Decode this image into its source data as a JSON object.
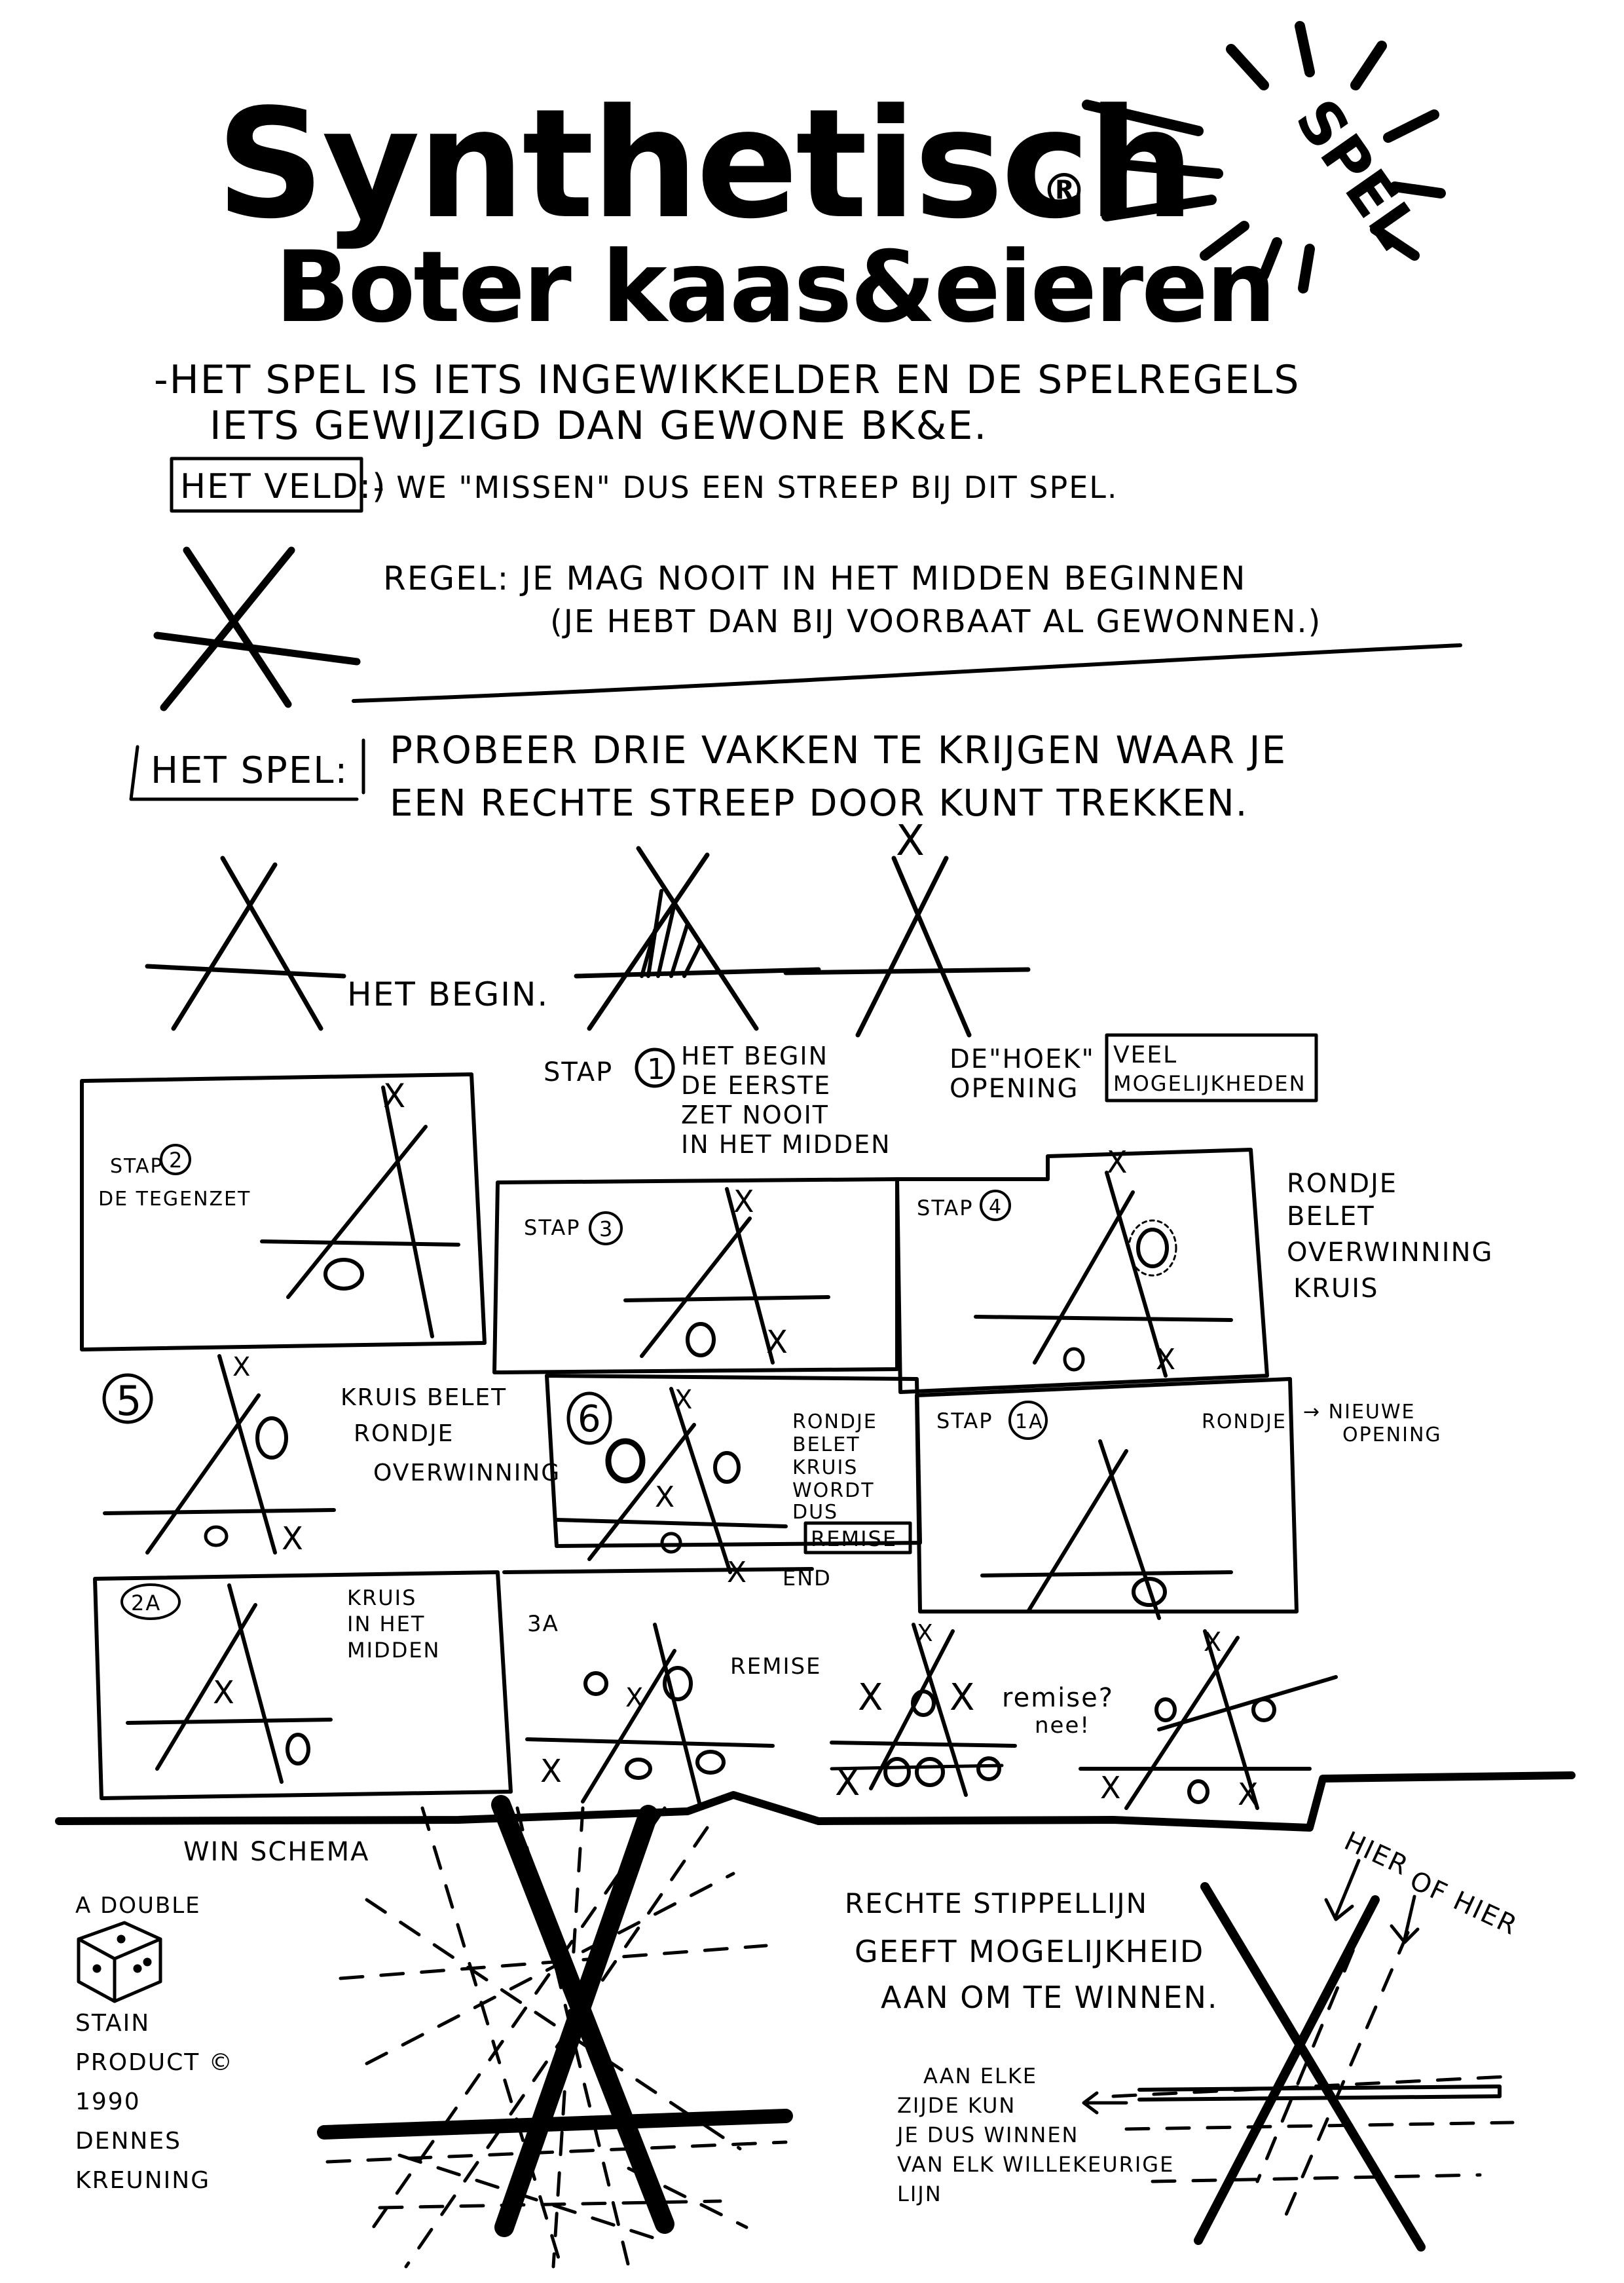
{
  "title": {
    "main": "Synthetisch",
    "registered": "®",
    "sub": "Boter kaas&eieren",
    "badge": "SPEL"
  },
  "intro": {
    "line1": "-HET SPEL IS IETS INGEWIKKELDER EN DE SPELREGELS",
    "line2": "IETS GEWIJZIGD DAN GEWONE BK&E.",
    "veld_label": "HET VELD:)",
    "veld_text": "- WE \"MISSEN\" DUS EEN STREEP BIJ DIT SPEL.",
    "regel1": "REGEL: JE MAG NOOIT IN HET MIDDEN BEGINNEN",
    "regel2": "(JE HEBT DAN BIJ VOORBAAT AL GEWONNEN.)"
  },
  "spel": {
    "label": "HET SPEL:",
    "line1": "PROBEER DRIE VAKKEN TE KRIJGEN WAAR JE",
    "line2": "EEN RECHTE STREEP DOOR KUNT TREKKEN."
  },
  "begin": {
    "label": "HET BEGIN.",
    "stap1_a": "STAP",
    "stap1_num": "1",
    "stap1_b": "HET BEGIN",
    "stap1_c": "DE EERSTE",
    "stap1_d": "ZET NOOIT",
    "stap1_e": "IN HET MIDDEN",
    "hoek_a": "DE\"HOEK\"",
    "hoek_b": "OPENING",
    "veel_a": "VEEL",
    "veel_b": "MOGELIJKHEDEN"
  },
  "steps": {
    "stap2": "STAP",
    "stap2_num": "2",
    "stap2_text": "DE TEGENZET",
    "stap3": "STAP",
    "stap3_num": "3",
    "stap4": "STAP",
    "stap4_num": "4",
    "rondje_belet": [
      "RONDJE",
      "BELET",
      "OVERWINNING",
      "KRUIS"
    ],
    "step5_num": "5",
    "kruis_belet": [
      "KRUIS BELET",
      "RONDJE",
      "OVERWINNING"
    ],
    "step6_num": "6",
    "rondje_belet_kruis": [
      "RONDJE",
      "BELET",
      "KRUIS",
      "WORDT",
      "DUS"
    ],
    "remise_box": "REMISE",
    "end": "END",
    "stap1a": "STAP",
    "stap1a_num": "1A",
    "stap1a_rondje": "RONDJE",
    "nieuwe": [
      "→ NIEUWE",
      "OPENING"
    ],
    "step2a_num": "2A",
    "kruis_midden": [
      "KRUIS",
      "IN HET",
      "MIDDEN"
    ],
    "step3a": "3A",
    "remise": "REMISE",
    "remise_q": [
      "remise?",
      "nee!"
    ]
  },
  "bottom": {
    "win_schema": "WIN SCHEMA",
    "credit": [
      "A DOUBLE",
      "STAIN",
      "PRODUCT ©",
      "1990",
      "DENNES",
      "KREUNING"
    ],
    "rechte": [
      "RECHTE STIPPELLIJN",
      "GEEFT MOGELIJKHEID",
      "AAN OM TE WINNEN."
    ],
    "hier": [
      "HIER",
      "OF HIER"
    ],
    "aan_elke": [
      "AAN ELKE",
      "ZIJDE KUN",
      "JE DUS WINNEN",
      "VAN ELK WILLEKEURIGE",
      "LIJN"
    ]
  }
}
